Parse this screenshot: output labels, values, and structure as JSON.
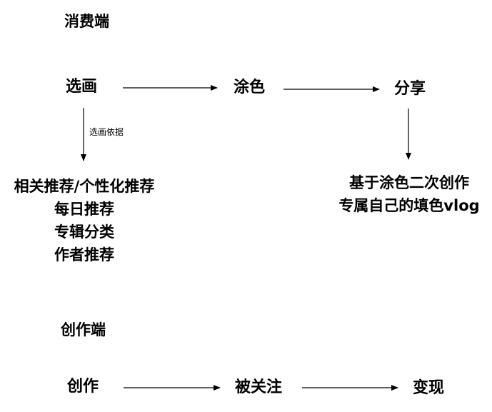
{
  "consumer": {
    "section_title": "消费端",
    "nodes": {
      "select": "选画",
      "color": "涂色",
      "share": "分享"
    },
    "edge_label": "选画依据",
    "basis_lines": [
      "相关推荐/个性化推荐",
      "每日推荐",
      "专辑分类",
      "作者推荐"
    ],
    "share_lines": [
      "基于涂色二次创作",
      "专属自己的填色vlog"
    ]
  },
  "creator": {
    "section_title": "创作端",
    "nodes": {
      "create": "创作",
      "followed": "被关注",
      "monetize": "变现"
    }
  }
}
